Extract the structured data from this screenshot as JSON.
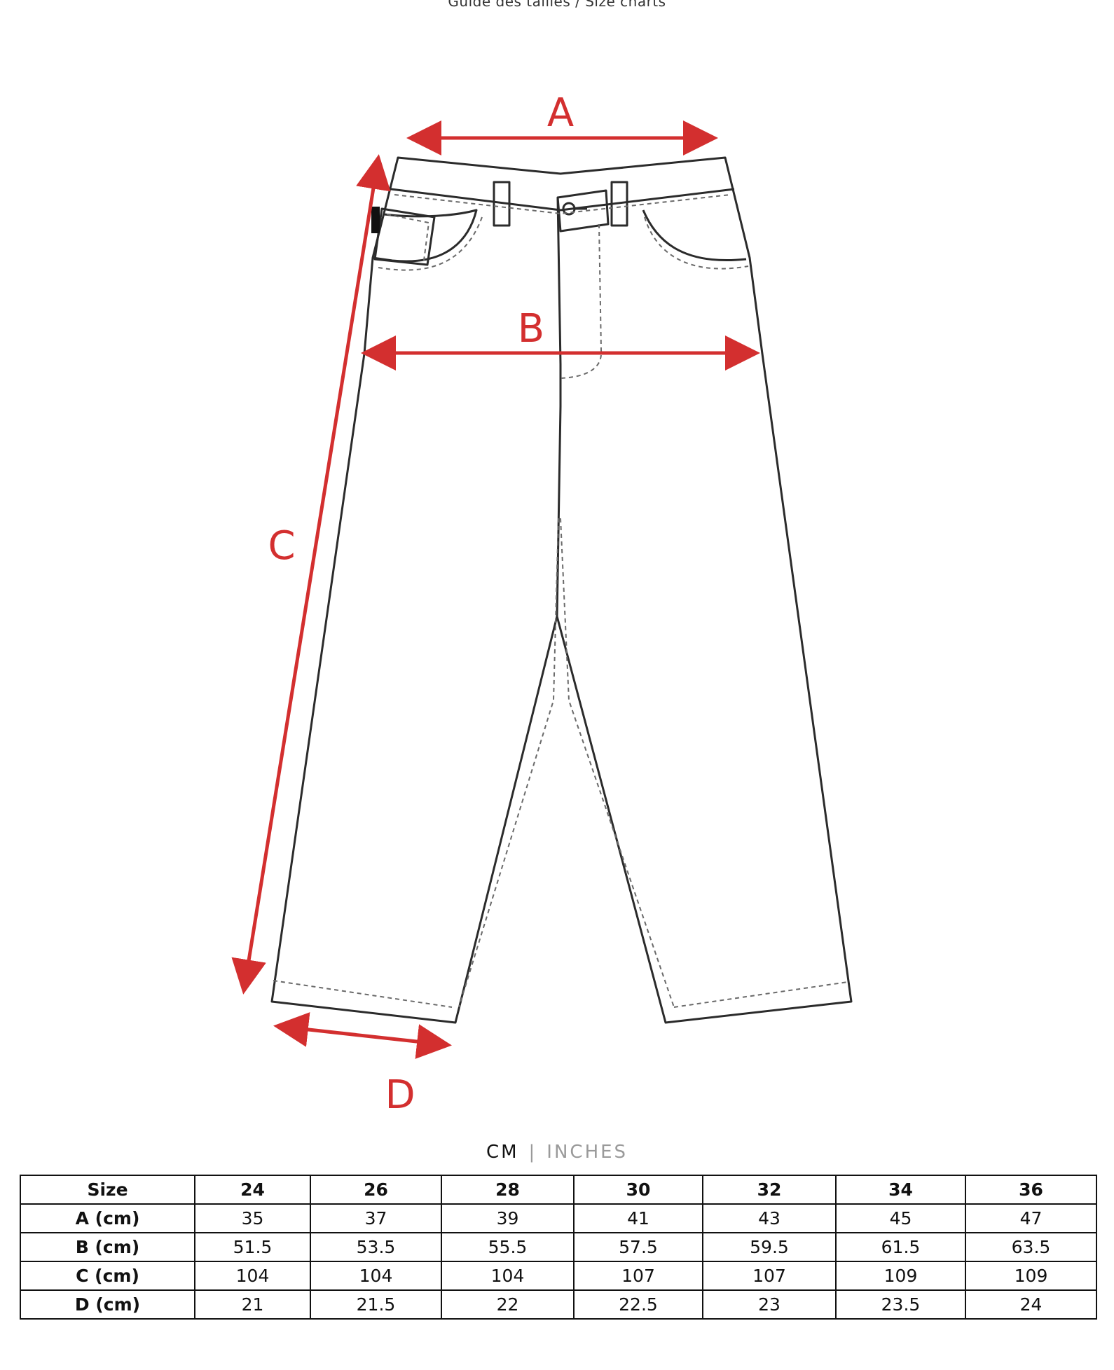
{
  "header": {
    "title": "Guide des tailles / Size charts"
  },
  "diagram": {
    "labels": {
      "a": "A",
      "b": "B",
      "c": "C",
      "d": "D"
    },
    "colors": {
      "accent": "#d32f2f",
      "outline": "#2b2b2b"
    }
  },
  "units": {
    "active": "CM",
    "separator": "|",
    "inactive": "INCHES"
  },
  "size_chart": {
    "header_label": "Size",
    "sizes": [
      "24",
      "26",
      "28",
      "30",
      "32",
      "34",
      "36"
    ],
    "rows": [
      {
        "label": "A (cm)",
        "values": [
          "35",
          "37",
          "39",
          "41",
          "43",
          "45",
          "47"
        ]
      },
      {
        "label": "B (cm)",
        "values": [
          "51.5",
          "53.5",
          "55.5",
          "57.5",
          "59.5",
          "61.5",
          "63.5"
        ]
      },
      {
        "label": "C (cm)",
        "values": [
          "104",
          "104",
          "104",
          "107",
          "107",
          "109",
          "109"
        ]
      },
      {
        "label": "D (cm)",
        "values": [
          "21",
          "21.5",
          "22",
          "22.5",
          "23",
          "23.5",
          "24"
        ]
      }
    ]
  }
}
